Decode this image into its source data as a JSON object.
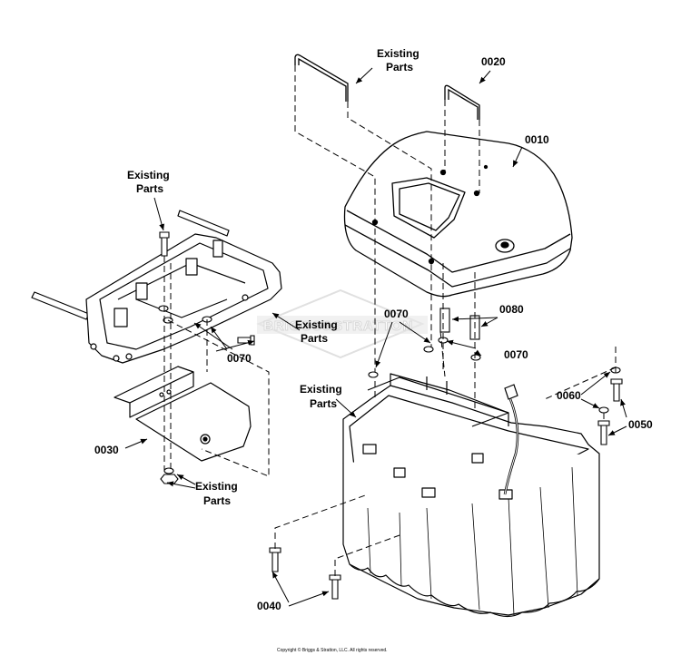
{
  "labels": {
    "existing_line1": "Existing",
    "existing_line2": "Parts",
    "p0010": "0010",
    "p0020": "0020",
    "p0030": "0030",
    "p0040": "0040",
    "p0050": "0050",
    "p0060": "0060",
    "p0070": "0070",
    "p0080": "0080"
  },
  "watermark": "BRIGGS&STRATTON",
  "copyright": "Copyright © Briggs & Stratton, LLC. All rights reserved.",
  "colors": {
    "line": "#000000",
    "fill": "#ffffff",
    "watermark": "#d8d8d8"
  }
}
